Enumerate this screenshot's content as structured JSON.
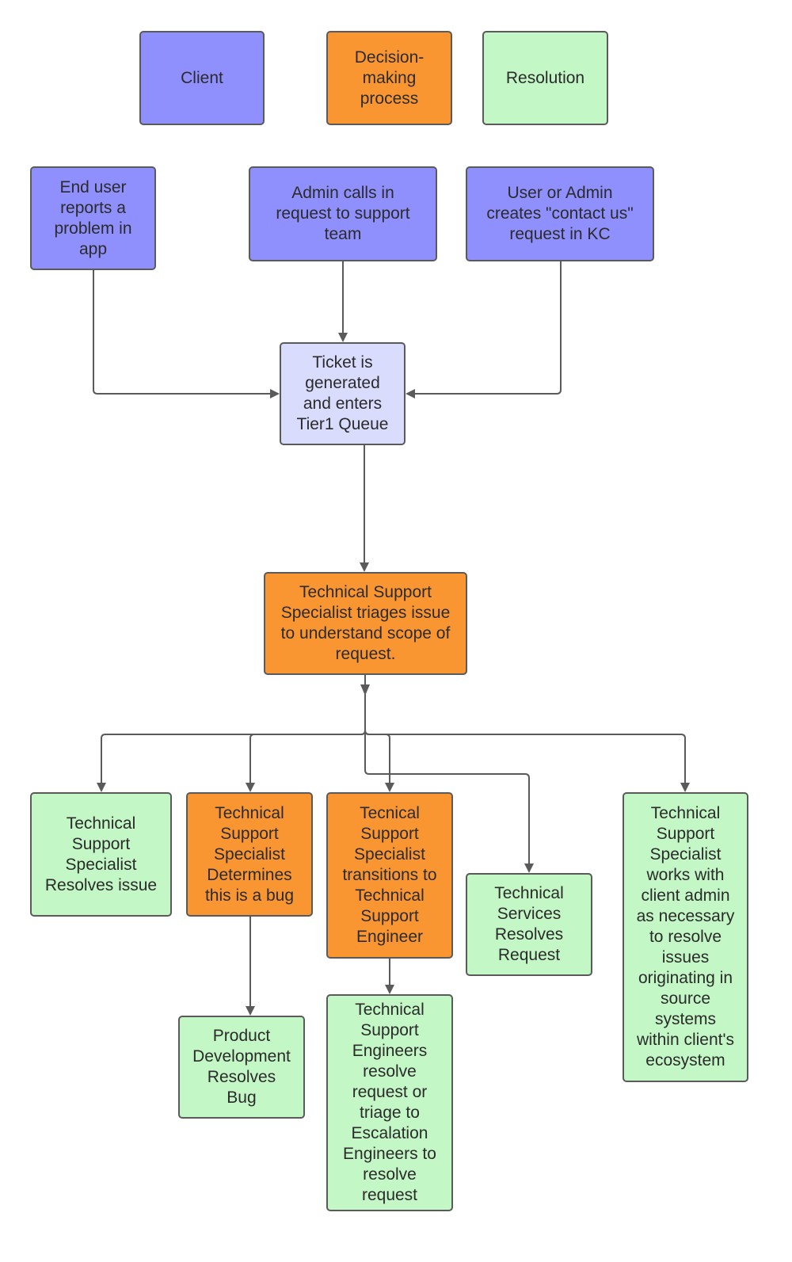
{
  "legend": {
    "client": "Client",
    "decision": "Decision-making\nprocess",
    "resolution": "Resolution"
  },
  "nodes": {
    "end_user": "End user\nreports a\nproblem in\napp",
    "admin_calls": "Admin calls in\nrequest to support\nteam",
    "contact_us": "User or Admin\ncreates \"contact us\"\nrequest in KC",
    "ticket": "Ticket is\ngenerated\nand enters\nTier1  Queue",
    "triage": "Technical Support\nSpecialist triages issue\nto understand scope of\nrequest.",
    "specialist_resolves": "Technical\nSupport\nSpecialist\nResolves issue",
    "determines_bug": "Technical\nSupport\nSpecialist\nDetermines\nthis is a bug",
    "transitions": "Tecnical\nSupport\nSpecialist\ntransitions to\nTechnical\nSupport\nEngineer",
    "services_resolves": "Technical\nServices\nResolves\nRequest",
    "client_admin": "Technical\nSupport\nSpecialist\nworks with\nclient admin\nas necessary\nto resolve\nissues\noriginating in\nsource\nsystems\nwithin client's\necosystem",
    "product_dev": "Product\nDevelopment\nResolves\nBug",
    "engineers_resolve": "Technical\nSupport\nEngineers\nresolve\nrequest or\ntriage to\nEscalation\nEngineers to\nresolve\nrequest"
  },
  "colors": {
    "client": "#8f8ffd",
    "decision": "#fa9632",
    "resolution": "#c4f7c6",
    "ticket": "#dadcfd",
    "border": "#5a5a5a",
    "connector": "#5a5a5a"
  }
}
